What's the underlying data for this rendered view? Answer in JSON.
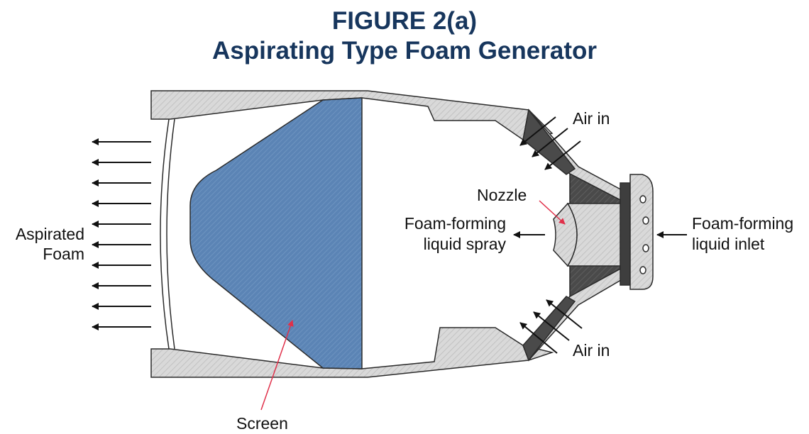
{
  "figure": {
    "title_line1": "FIGURE 2(a)",
    "title_line2": "Aspirating Type Foam Generator"
  },
  "labels": {
    "air_in_top": "Air in",
    "air_in_bottom": "Air in",
    "nozzle": "Nozzle",
    "spray_line1": "Foam-forming",
    "spray_line2": "liquid spray",
    "inlet_line1": "Foam-forming",
    "inlet_line2": "liquid inlet",
    "aspirated_line1": "Aspirated",
    "aspirated_line2": "Foam",
    "screen": "Screen"
  },
  "colors": {
    "title": "#17365d",
    "shell_fill": "#d9d9d9",
    "screen_fill": "#5b84b5",
    "dark_part": "#4a4a4a",
    "pointer": "#e0304a",
    "outline": "#2b2b2b"
  }
}
